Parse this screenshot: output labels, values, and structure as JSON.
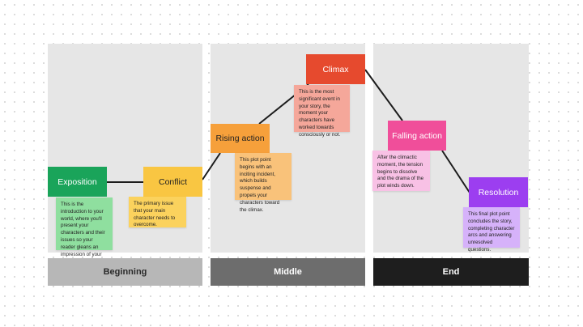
{
  "sections": [
    {
      "label": "Beginning"
    },
    {
      "label": "Middle"
    },
    {
      "label": "End"
    }
  ],
  "stages": {
    "exposition": {
      "label": "Exposition",
      "note": "This is the introduction to your world, where you'll present your characters and their issues so your reader gleans an impression of your story's purpose.",
      "color": "#1aa45a"
    },
    "conflict": {
      "label": "Conflict",
      "note": "The primary issue that your main character needs to overcome.",
      "color": "#f9c642"
    },
    "rising": {
      "label": "Rising action",
      "note": "This plot point begins with an inciting incident, which builds suspense and propels your characters toward the climax.",
      "color": "#f6a03b"
    },
    "climax": {
      "label": "Climax",
      "note": "This is the most significant event in your story, the moment your characters have worked towards consciously or not.",
      "color": "#e64a2e"
    },
    "falling": {
      "label": "Falling action",
      "note": "After the climactic moment, the tension begins to dissolve and the drama of the plot winds down.",
      "color": "#f04e9a"
    },
    "resolution": {
      "label": "Resolution",
      "note": "This final plot point concludes the story, completing character arcs and answering unresolved questions.",
      "color": "#9c3ef0"
    }
  }
}
